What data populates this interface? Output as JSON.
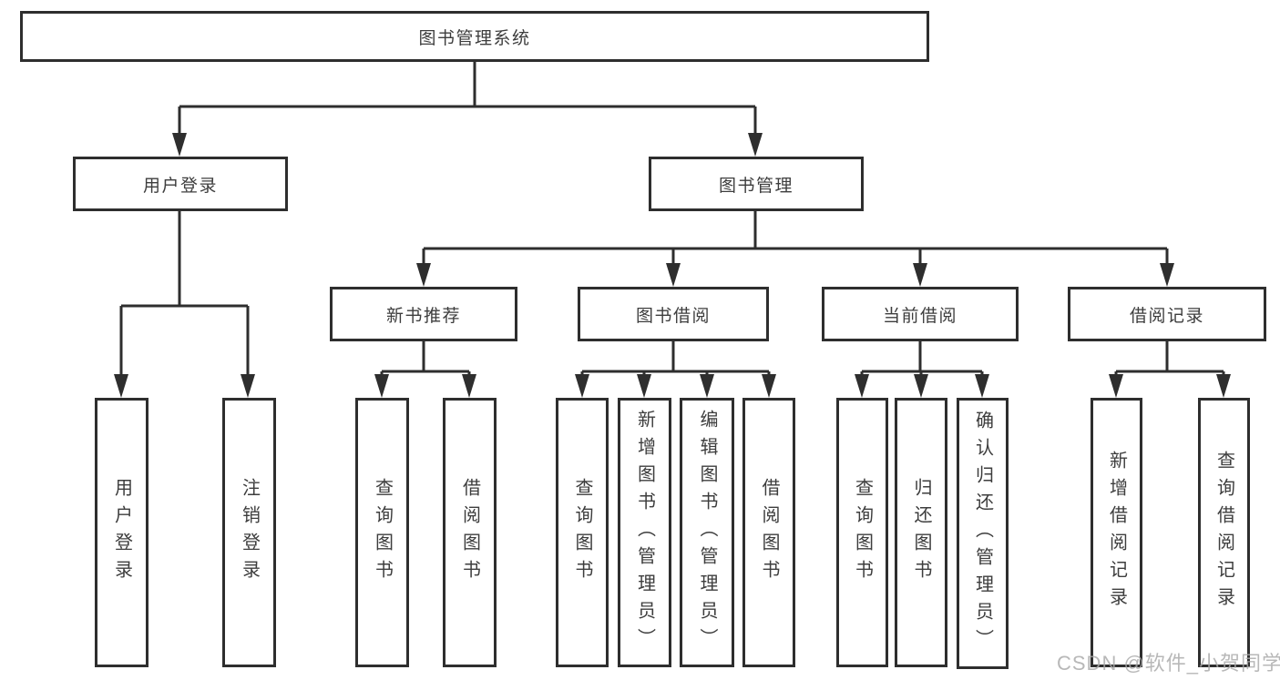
{
  "watermark": {
    "text": "CSDN @软件_小贺同学"
  },
  "colors": {
    "line": "#2e2e2e",
    "border": "#2e2e2e",
    "text": "#3d3d3d",
    "watermark": "#a8a8a8",
    "background": "#ffffff"
  },
  "tree": {
    "label": "图书管理系统",
    "children": [
      {
        "label": "用户登录",
        "children": [
          {
            "label": "用户登录"
          },
          {
            "label": "注销登录"
          }
        ]
      },
      {
        "label": "图书管理",
        "children": [
          {
            "label": "新书推荐",
            "children": [
              {
                "label": "查询图书"
              },
              {
                "label": "借阅图书"
              }
            ]
          },
          {
            "label": "图书借阅",
            "children": [
              {
                "label": "查询图书"
              },
              {
                "label": "新增图书（管理员）"
              },
              {
                "label": "编辑图书（管理员）"
              },
              {
                "label": "借阅图书"
              }
            ]
          },
          {
            "label": "当前借阅",
            "children": [
              {
                "label": "查询图书"
              },
              {
                "label": "归还图书"
              },
              {
                "label": "确认归还（管理员）"
              }
            ]
          },
          {
            "label": "借阅记录",
            "children": [
              {
                "label": "新增借阅记录"
              },
              {
                "label": "查询借阅记录"
              }
            ]
          }
        ]
      }
    ]
  }
}
